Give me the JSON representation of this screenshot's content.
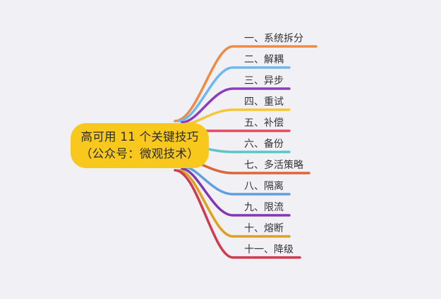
{
  "central": {
    "line1": "高可用 11 个关键技巧",
    "line2": "（公众号：微观技术）"
  },
  "branches": [
    {
      "label": "一、系统拆分",
      "color": "#ef8a44"
    },
    {
      "label": "二、解耦",
      "color": "#6db8f2"
    },
    {
      "label": "三、异步",
      "color": "#8d3db8"
    },
    {
      "label": "四、重试",
      "color": "#f4c736"
    },
    {
      "label": "五、补偿",
      "color": "#e84a62"
    },
    {
      "label": "六、备份",
      "color": "#5ec4c7"
    },
    {
      "label": "七、多活策略",
      "color": "#d8673a"
    },
    {
      "label": "八、隔离",
      "color": "#5f9fe0"
    },
    {
      "label": "九、限流",
      "color": "#8236b0"
    },
    {
      "label": "十、熔断",
      "color": "#dca21e"
    },
    {
      "label": "十一、降级",
      "color": "#cf3a4e"
    }
  ],
  "colors": {
    "background": "#f1f0f4",
    "central_fill": "#f8c81c"
  }
}
